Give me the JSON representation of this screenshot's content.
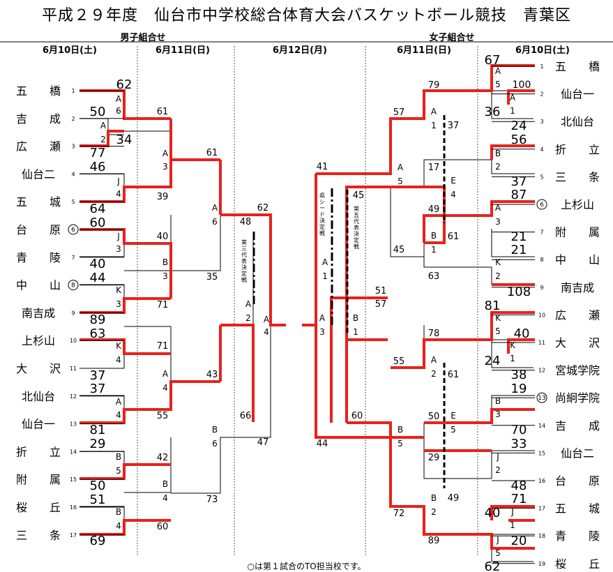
{
  "title": "平成２９年度　仙台市中学校総合体育大会バスケットボール競技　青葉区",
  "footnote": "○は第１試合のTO担当校です。",
  "colors": {
    "winner_line": "#e8211d",
    "base_line": "#000000",
    "divider": "#555555"
  },
  "headers": {
    "boys": "男子組合せ",
    "girls": "女子組合せ",
    "days": [
      "6月10日(土)",
      "6月11日(日)",
      "6月12日(月)",
      "6月11日(日)",
      "6月10日(土)"
    ]
  },
  "boys_teams": [
    {
      "num": "1",
      "name": "五　　橋",
      "circled": false
    },
    {
      "num": "2",
      "name": "吉　　成",
      "circled": false
    },
    {
      "num": "3",
      "name": "広　　瀬",
      "circled": false
    },
    {
      "num": "4",
      "name": "仙台二",
      "circled": false
    },
    {
      "num": "5",
      "name": "五　　城",
      "circled": false
    },
    {
      "num": "6",
      "name": "台　　原",
      "circled": true
    },
    {
      "num": "7",
      "name": "青　　陵",
      "circled": false
    },
    {
      "num": "8",
      "name": "中　　山",
      "circled": true
    },
    {
      "num": "9",
      "name": "南吉成",
      "circled": false
    },
    {
      "num": "10",
      "name": "上杉山",
      "circled": false
    },
    {
      "num": "11",
      "name": "大　　沢",
      "circled": false
    },
    {
      "num": "12",
      "name": "北仙台",
      "circled": false
    },
    {
      "num": "13",
      "name": "仙台一",
      "circled": false
    },
    {
      "num": "14",
      "name": "折　　立",
      "circled": false
    },
    {
      "num": "15",
      "name": "附　　属",
      "circled": false
    },
    {
      "num": "16",
      "name": "桜　　丘",
      "circled": false
    },
    {
      "num": "17",
      "name": "三　　条",
      "circled": false
    }
  ],
  "girls_teams": [
    {
      "num": "1",
      "name": "五　　橋",
      "circled": false
    },
    {
      "num": "2",
      "name": "仙台一",
      "circled": false
    },
    {
      "num": "3",
      "name": "北仙台",
      "circled": false
    },
    {
      "num": "4",
      "name": "折　　立",
      "circled": false
    },
    {
      "num": "5",
      "name": "三　　条",
      "circled": false
    },
    {
      "num": "6",
      "name": "上杉山",
      "circled": true
    },
    {
      "num": "7",
      "name": "附　　属",
      "circled": false
    },
    {
      "num": "8",
      "name": "中　　山",
      "circled": false
    },
    {
      "num": "9",
      "name": "南吉成",
      "circled": false
    },
    {
      "num": "10",
      "name": "広　　瀬",
      "circled": false
    },
    {
      "num": "11",
      "name": "大　　沢",
      "circled": false
    },
    {
      "num": "12",
      "name": "宮城学院",
      "circled": false
    },
    {
      "num": "13",
      "name": "尚絅学院",
      "circled": true
    },
    {
      "num": "14",
      "name": "吉　　成",
      "circled": false
    },
    {
      "num": "15",
      "name": "仙台二",
      "circled": false
    },
    {
      "num": "16",
      "name": "台　　原",
      "circled": false
    },
    {
      "num": "17",
      "name": "五　　城",
      "circled": false
    },
    {
      "num": "18",
      "name": "青　　陵",
      "circled": false
    },
    {
      "num": "19",
      "name": "桜　　丘",
      "circled": false
    }
  ],
  "boys_r1_scores": [
    "62",
    "50",
    "34",
    "77",
    "46",
    "64",
    "60",
    "40",
    "44",
    "89",
    "63",
    "37",
    "37",
    "81",
    "29",
    "50",
    "51",
    "69"
  ],
  "boys_r1_courts": [
    "A",
    "6",
    "A",
    "2",
    "J",
    "4",
    "J",
    "3",
    "K",
    "3",
    "K",
    "4",
    "A",
    "4",
    "B",
    "5",
    "B",
    "4"
  ],
  "boys_r2_scores": [
    "61",
    "39",
    "40",
    "71",
    "71",
    "55",
    "42",
    "60"
  ],
  "boys_r2_courts": [
    "A",
    "3",
    "B",
    "3",
    "A",
    "4",
    "B",
    "4"
  ],
  "boys_r3_scores": [
    "61",
    "35",
    "43",
    "73"
  ],
  "boys_r3_courts": [
    "A",
    "6",
    "B",
    "6"
  ],
  "boys_final_scores": [
    "62",
    "47",
    "48",
    "66"
  ],
  "boys_final_courts": [
    "A",
    "4",
    "A",
    "2"
  ],
  "boys_sidebar": "第三代表決定戦",
  "girls_r1_scores": [
    "67",
    "100",
    "36",
    "24",
    "56",
    "37",
    "87",
    "21",
    "21",
    "108",
    "81",
    "40",
    "24",
    "38",
    "19",
    "70",
    "33",
    "48",
    "40",
    "71",
    "20",
    "62"
  ],
  "girls_r1_courts": [
    "A",
    "5",
    "A",
    "1",
    "B",
    "2",
    "A",
    "3",
    "K",
    "2",
    "K",
    "5",
    "K",
    "1",
    "B",
    "3",
    "J",
    "2",
    "J",
    "1",
    "J",
    "5"
  ],
  "girls_r2_scores": [
    "79",
    "57",
    "49",
    "45",
    "63",
    "78",
    "55",
    "50",
    "29",
    "72",
    "89"
  ],
  "girls_r2_courts": [
    "A",
    "1",
    "A",
    "5",
    "B",
    "1",
    "A",
    "2",
    "B",
    "5",
    "B",
    "2"
  ],
  "girls_r3_scores": [
    "37",
    "17",
    "61",
    "61",
    "60",
    "49"
  ],
  "girls_r3_courts": [
    "E",
    "4",
    "E",
    "5"
  ],
  "girls_final_scores": [
    "41",
    "44",
    "45",
    "51",
    "57"
  ],
  "girls_final_courts": [
    "A",
    "1",
    "A",
    "3",
    "B",
    "1"
  ],
  "girls_sidebars": [
    "県シード決定戦",
    "第五代表決定戦"
  ]
}
